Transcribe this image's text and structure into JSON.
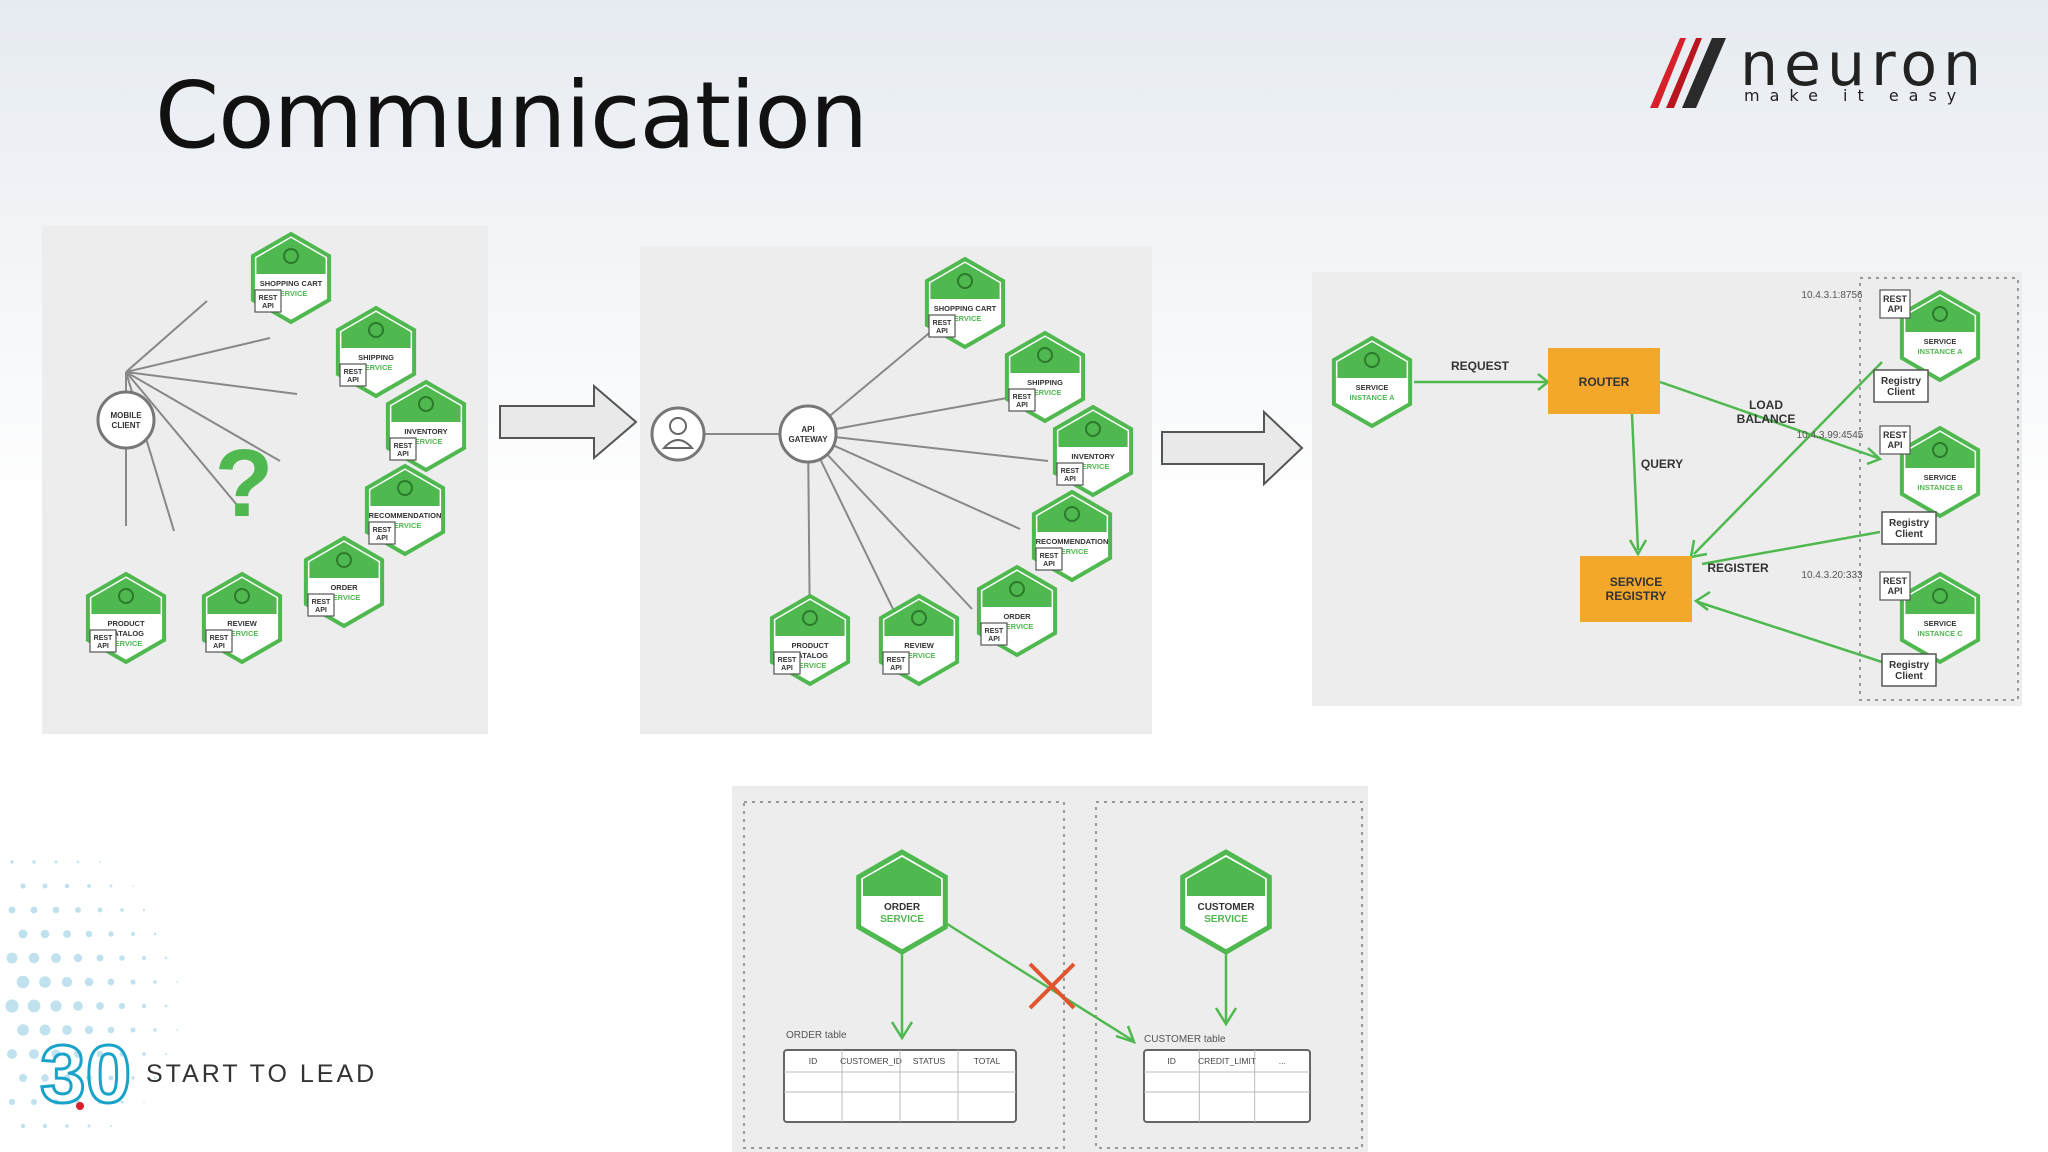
{
  "slide": {
    "title": "Communication",
    "brand_name": "neuron",
    "brand_tagline": "make it easy",
    "footer_text": "START TO LEAD",
    "footer_number": "30"
  },
  "labels": {
    "rest": "REST",
    "api": "API",
    "mobile": "MOBILE",
    "client": "CLIENT",
    "api_gw1": "API",
    "api_gw2": "GATEWAY",
    "question": "?"
  },
  "services": {
    "cart": [
      "SHOPPING CART",
      "SERVICE"
    ],
    "shipping": [
      "SHIPPING",
      "SERVICE"
    ],
    "inventory": [
      "INVENTORY",
      "SERVICE"
    ],
    "recommendation": [
      "RECOMMENDATION",
      "SERVICE"
    ],
    "order": [
      "ORDER",
      "SERVICE"
    ],
    "review": [
      "REVIEW",
      "SERVICE"
    ],
    "catalog": [
      "PRODUCT",
      "CATALOG",
      "SERVICE"
    ]
  },
  "discovery": {
    "instance_a": [
      "SERVICE",
      "INSTANCE A"
    ],
    "instance_b": [
      "SERVICE",
      "INSTANCE B"
    ],
    "instance_c": [
      "SERVICE",
      "INSTANCE C"
    ],
    "request": "REQUEST",
    "router": "ROUTER",
    "load": "LOAD",
    "balance": "BALANCE",
    "query": "QUERY",
    "register": "REGISTER",
    "registry": [
      "SERVICE",
      "REGISTRY"
    ],
    "registry_client": [
      "Registry",
      "Client"
    ],
    "ip_a": "10.4.3.1:8756",
    "ip_b": "10.4.3.99:4545",
    "ip_c": "10.4.3.20:333"
  },
  "database": {
    "order_service": [
      "ORDER",
      "SERVICE"
    ],
    "customer_service": [
      "CUSTOMER",
      "SERVICE"
    ],
    "order_table_label": "ORDER table",
    "customer_table_label": "CUSTOMER table",
    "order_columns": [
      "ID",
      "CUSTOMER_ID",
      "STATUS",
      "TOTAL"
    ],
    "customer_columns": [
      "ID",
      "CREDIT_LIMIT",
      "..."
    ]
  },
  "colors": {
    "green": "#4fb84f",
    "green_dark": "#3a9a3a",
    "orange": "#f3a82b",
    "brand_red": "#d8202a",
    "teal": "#1aa3c9"
  }
}
